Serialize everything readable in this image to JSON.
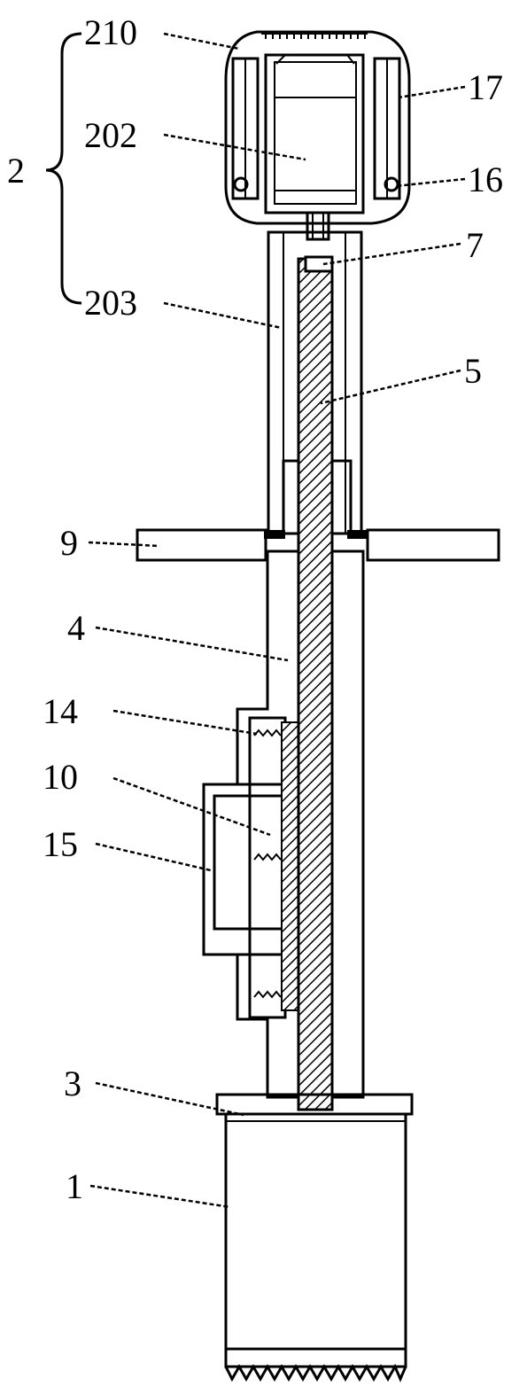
{
  "labels": {
    "l2": "2",
    "l210": "210",
    "l202": "202",
    "l203": "203",
    "l17": "17",
    "l16": "16",
    "l7": "7",
    "l5": "5",
    "l9": "9",
    "l4": "4",
    "l14": "14",
    "l10": "10",
    "l15": "15",
    "l3": "3",
    "l1": "1"
  },
  "colors": {
    "line": "#000000",
    "background": "#ffffff"
  }
}
